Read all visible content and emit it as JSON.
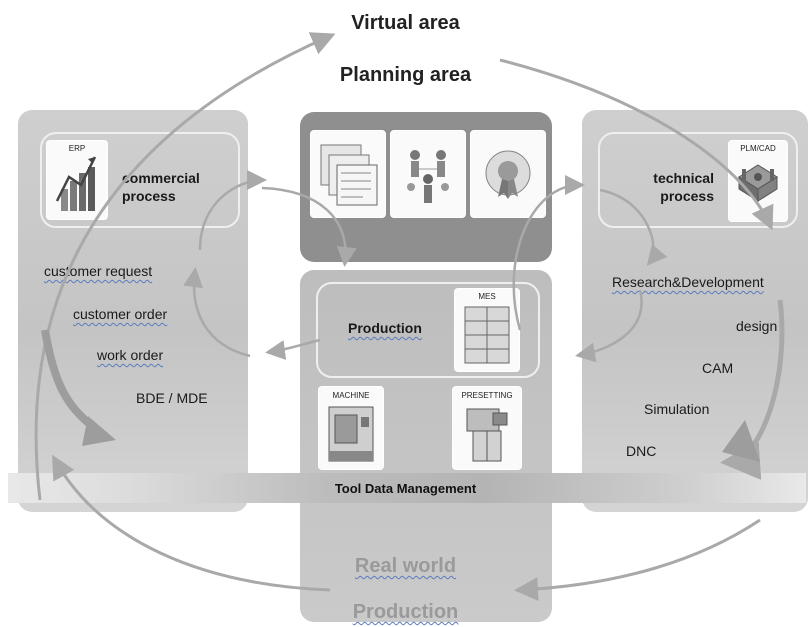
{
  "top": {
    "virtual_area": "Virtual area",
    "planning_area": "Planning area"
  },
  "bottom": {
    "real_world": "Real world",
    "production": "Production"
  },
  "left_panel": {
    "erp_label": "ERP",
    "title_line1": "commercial",
    "title_line2": "process",
    "items": [
      "customer request",
      "customer order",
      "work order",
      "BDE / MDE"
    ]
  },
  "right_panel": {
    "plm_label": "PLM/CAD",
    "title_line1": "technical",
    "title_line2": "process",
    "items": [
      "Research&Development",
      "design",
      "CAM",
      "Simulation",
      "DNC"
    ]
  },
  "center": {
    "production_label": "Production",
    "mes_label": "MES",
    "machine_label": "MACHINE",
    "presetting_label": "PRESETTING"
  },
  "tool_data_bar": "Tool Data Management",
  "colors": {
    "arrow": "#a9a9a9",
    "panel": "#c8c8c8",
    "planning_panel": "#8f8f8f",
    "faded_text": "#9a9a9a"
  }
}
